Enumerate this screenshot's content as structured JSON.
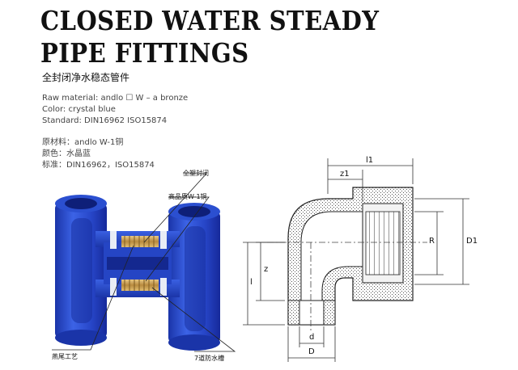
{
  "header": {
    "title_line1": "CLOSED WATER STEADY",
    "title_line2": "PIPE FITTINGS",
    "subtitle": "全封闭净水稳态管件"
  },
  "specs_en": {
    "raw_material": "Raw material: andlo ☐ W – a bronze",
    "color": "Color: crystal blue",
    "standard": "Standard: DIN16962 ISO15874"
  },
  "specs_cn": {
    "raw_material": "原材料：andlo W-1铜",
    "color": "颜色：水晶蓝",
    "standard": "标准：DIN16962，ISO15874"
  },
  "callouts": {
    "full_seal": "全塑封闭",
    "copper": "高品质W-1铜",
    "dovetail": "燕尾工艺",
    "grooves": "7道防水槽"
  },
  "dimensions": {
    "l1": "l1",
    "z1": "z1",
    "R": "R",
    "D1": "D1",
    "z": "z",
    "l": "l",
    "d": "d",
    "D": "D"
  },
  "colors": {
    "product_blue": "#2b4fd0",
    "brass": "#c9a25a"
  }
}
